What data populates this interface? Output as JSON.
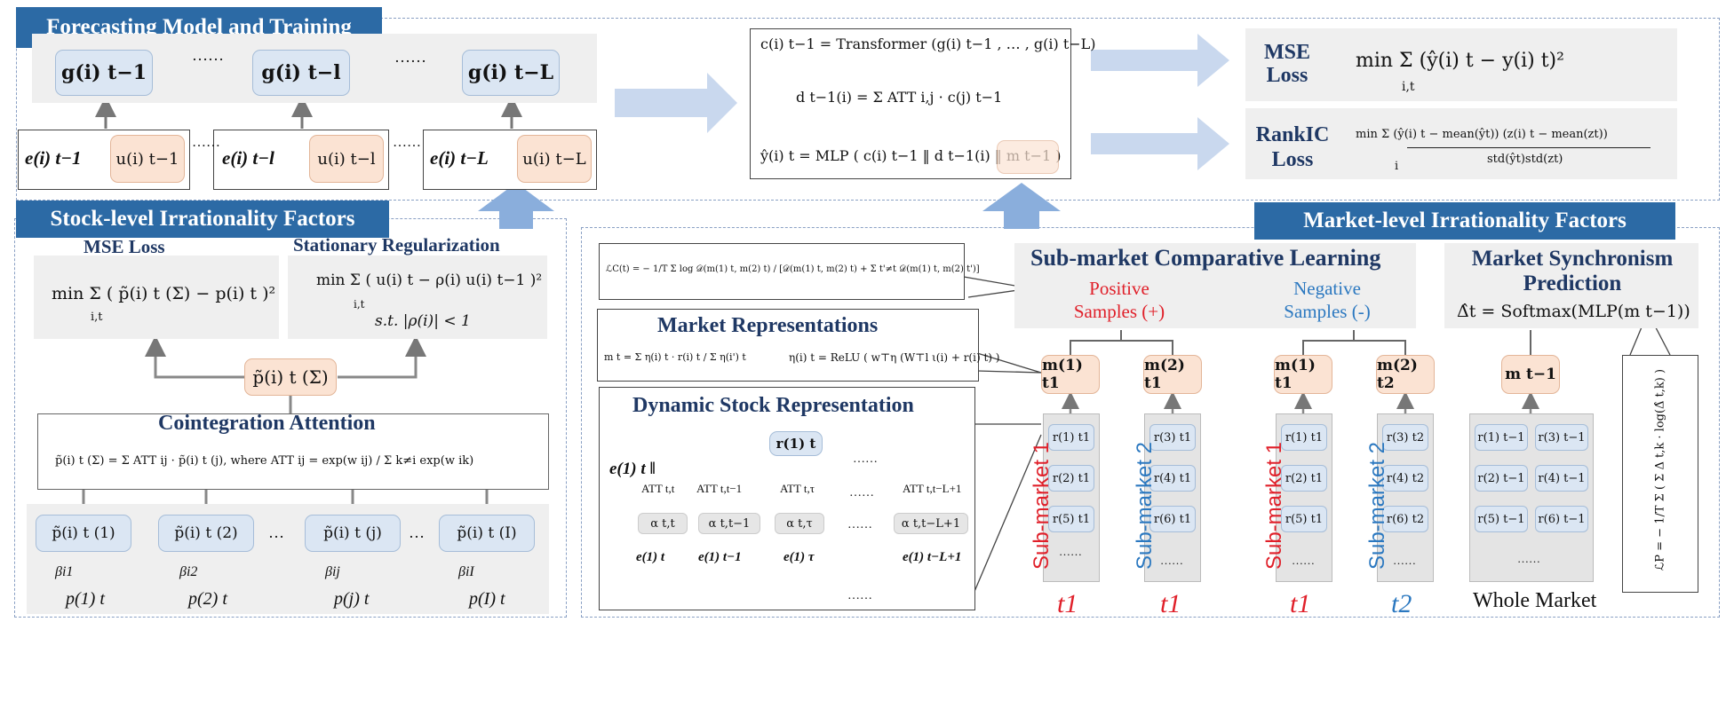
{
  "headers": {
    "forecasting": "Forecasting Model and Training",
    "stock_level": "Stock-level Irrationality Factors",
    "market_level": "Market-level Irrationality Factors"
  },
  "forecasting": {
    "g_labels": [
      "g(i) t−1",
      "g(i) t−l",
      "g(i) t−L"
    ],
    "e_labels": [
      "e(i) t−1",
      "e(i) t−l",
      "e(i) t−L"
    ],
    "u_labels": [
      "u(i) t−1",
      "u(i) t−l",
      "u(i) t−L"
    ],
    "concat": "‖",
    "dots": "……",
    "eq_transformer": "c(i) t−1 = Transformer (g(i) t−1 , … , g(i) t−L)",
    "eq_att": "d t−1(i) = Σ ATT i,j · c(j) t−1",
    "eq_mlp": "ŷ(i) t = MLP ( c(i) t−1 ‖ d t−1(i) ‖ m t−1 )",
    "mse_title": "MSE Loss",
    "mse_eq": "min Σ (ŷ(i) t − y(i) t)²",
    "mse_sub": "i,t",
    "rankic_title": "RankIC Loss",
    "rankic_eq": "min Σ (ŷ(i) t − mean(ŷt)) (z(i) t − mean(zt))",
    "rankic_den": "std(ŷt)std(zt)",
    "rankic_sub": "i"
  },
  "stock": {
    "mse_title": "MSE Loss",
    "mse_eq": "min Σ ( p̃(i) t (Σ) − p(i) t )²",
    "mse_sub": "i,t",
    "stat_title": "Stationary Regularization",
    "stat_eq": "min Σ ( u(i) t − ρ(i) u(i) t−1 )²",
    "stat_sub": "i,t",
    "stat_st": "s.t.   |ρ(i)| < 1",
    "ptilde": "p̃(i) t (Σ)",
    "coint_title": "Cointegration Attention",
    "coint_eq": "p̃(i) t (Σ) = Σ ATT ij · p̃(i) t (j),  where  ATT ij = exp(w ij) / Σ k≠i exp(w ik)",
    "pt_items": [
      "p̃(i) t (1)",
      "p̃(i) t (2)",
      "p̃(i) t (j)",
      "p̃(i) t (I)"
    ],
    "betas": [
      "βi1",
      "βi2",
      "βij",
      "βiI"
    ],
    "p_items": [
      "p(1) t",
      "p(2) t",
      "p(j) t",
      "p(I) t"
    ],
    "dots": "…"
  },
  "market": {
    "lc_eq": "ℒC(t) = − 1/T Σ log 𝒟(m(1) t, m(2) t) / [𝒟(m(1) t, m(2) t) + Σ t'≠t 𝒟(m(1) t, m(2) t')]",
    "mr_title": "Market Representations",
    "mr_eq1": "m t = Σ η(i) t · r(i) t / Σ η(i') t",
    "mr_eq2": "η(i) t = ReLU ( w⊤η (W⊤l ι(i) + r(i) t) )",
    "dsr_title": "Dynamic Stock Representation",
    "dsr_e": "e(1) t ‖",
    "dsr_r": "r(1) t",
    "att_labels": [
      "ATT t,t",
      "ATT t,t−1",
      "ATT t,τ",
      "ATT t,t−L+1"
    ],
    "alpha_labels": [
      "α t,t",
      "α t,t−1",
      "α t,τ",
      "α t,t−L+1"
    ],
    "e_bottom": [
      "e(1) t",
      "e(1) t−1",
      "e(1) τ",
      "e(1) t−L+1"
    ],
    "dots": "……",
    "scl_title": "Sub-market Comparative Learning",
    "pos": "Positive Samples (+)",
    "neg": "Negative Samples (-)",
    "msp_title": "Market Synchronism Prediction",
    "msp_eq": "Δ̂t = Softmax(MLP(m t−1))",
    "lp_eq": "ℒP = − 1/T Σ ( Σ Δ t,k · log(Δ̂ t,k) )",
    "m_heads": [
      "m(1) t1",
      "m(2) t1",
      "m(1) t1",
      "m(2) t2",
      "m t−1"
    ],
    "col_items": [
      [
        "r(1) t1",
        "r(2) t1",
        "r(5) t1"
      ],
      [
        "r(3) t1",
        "r(4) t1",
        "r(6) t1"
      ],
      [
        "r(1) t1",
        "r(2) t1",
        "r(5) t1"
      ],
      [
        "r(3) t2",
        "r(4) t2",
        "r(6) t2"
      ],
      [
        "r(1) t−1",
        "r(2) t−1",
        "r(5) t−1"
      ],
      [
        "r(3) t−1",
        "r(4) t−1",
        "r(6) t−1"
      ]
    ],
    "sub_market_1": "Sub-market 1",
    "sub_market_2": "Sub-market 2",
    "t_labels": [
      "t1",
      "t1",
      "t1",
      "t2"
    ],
    "whole_market": "Whole Market",
    "col_dots": "……"
  },
  "colors": {
    "header": "#2c6aa5",
    "title": "#1f3864",
    "red": "#e0202a",
    "blue": "#2b78c0",
    "pill_blue": "#dbe6f3",
    "pill_orange": "#fbe3d3",
    "arrow": "#c9d8ee"
  }
}
